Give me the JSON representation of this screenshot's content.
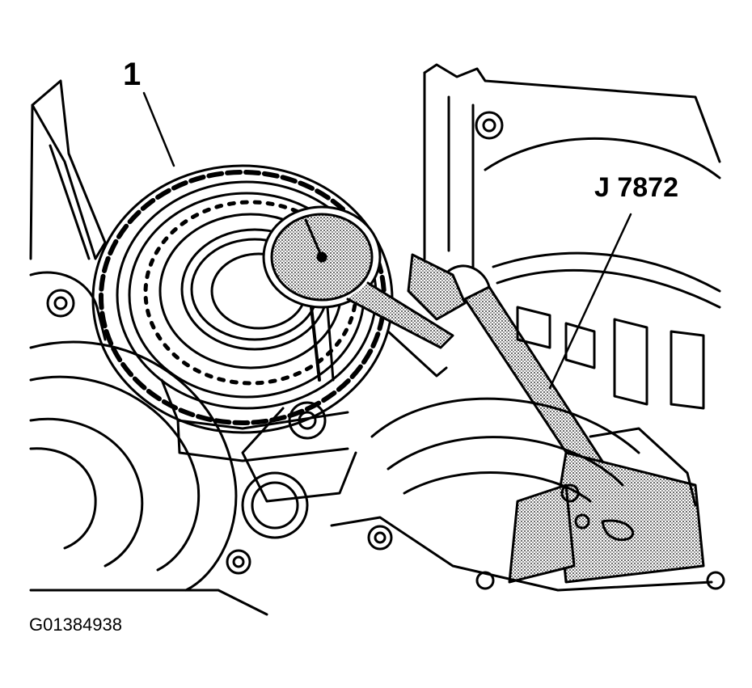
{
  "labels": {
    "part_callout": "1",
    "tool_callout": "J 7872"
  },
  "figure_id": "G01384938",
  "colors": {
    "ink": "#000000",
    "paper": "#ffffff",
    "stipple": "#b8b8b8"
  }
}
